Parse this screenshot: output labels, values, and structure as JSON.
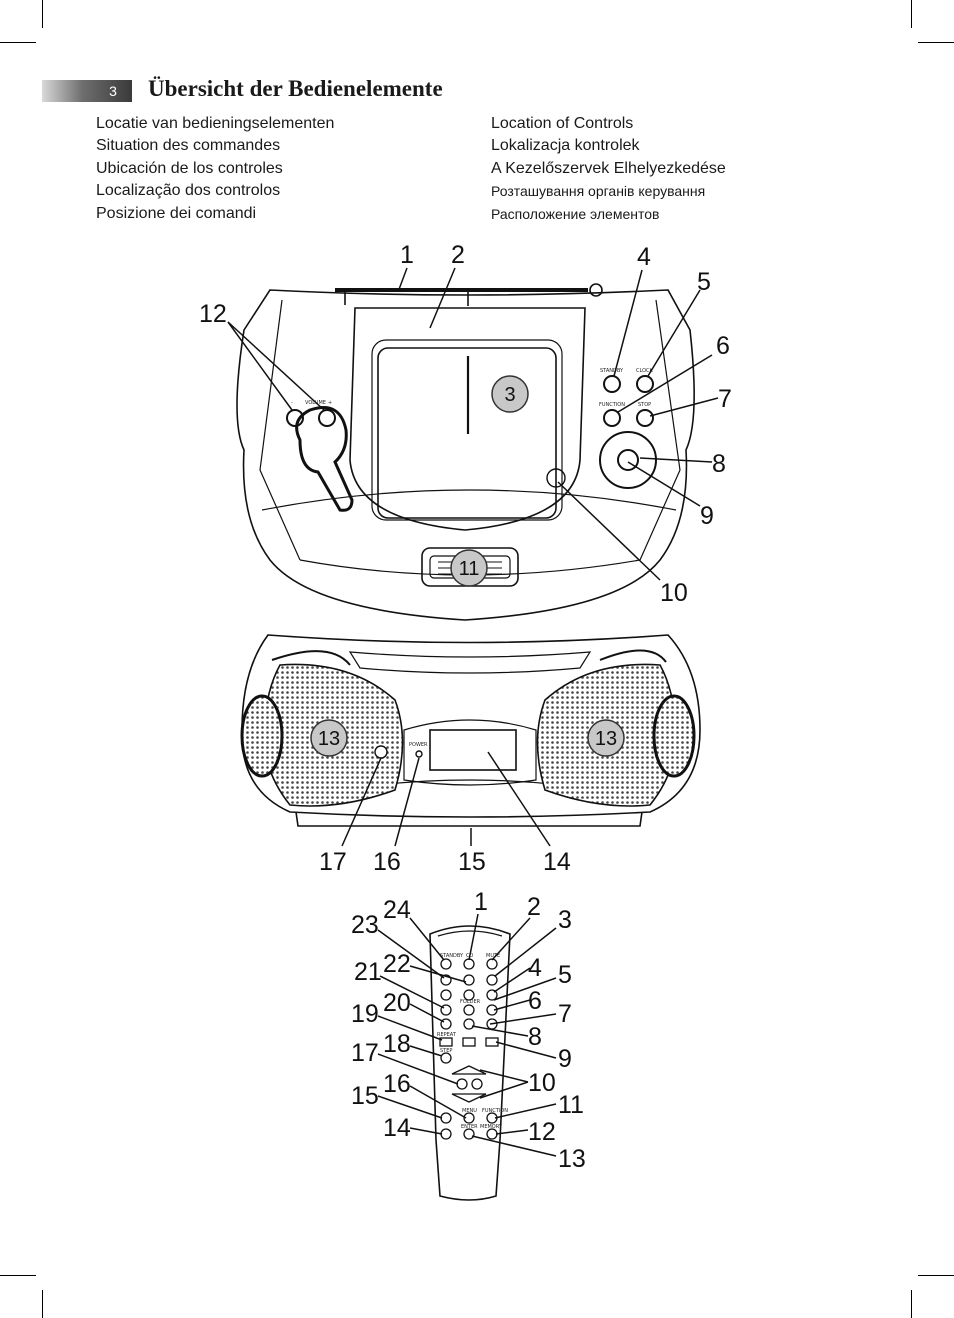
{
  "page": {
    "number": "3",
    "title": "Übersicht der Bedienelemente"
  },
  "subtitles_left": [
    "Locatie van bedieningselementen",
    "Situation des commandes",
    "Ubicación de los controles",
    "Localização dos controlos",
    "Posizione dei comandi"
  ],
  "subtitles_right": [
    "Location of Controls",
    "Lokalizacja kontrolek",
    "A Kezelőszervek Elhelyezkedése",
    "Розташування органів керування",
    "Расположение элементов"
  ],
  "top_view": {
    "callouts": [
      "1",
      "2",
      "4",
      "5",
      "6",
      "7",
      "8",
      "9",
      "10",
      "12"
    ],
    "badges": [
      "3",
      "11"
    ],
    "button_labels": {
      "standby": "STANDBY",
      "clock": "CLOCK",
      "function": "FUNCTION",
      "stop": "STOP",
      "volume": "VOLUME",
      "minus": "-",
      "plus": "+"
    }
  },
  "front_view": {
    "callouts": [
      "17",
      "16",
      "15",
      "14"
    ],
    "badges": [
      "13",
      "13"
    ],
    "power_label": "POWER"
  },
  "remote": {
    "callouts_left": [
      "24",
      "23",
      "22",
      "21",
      "20",
      "19",
      "18",
      "17",
      "16",
      "15",
      "14"
    ],
    "callouts_right": [
      "1",
      "2",
      "3",
      "4",
      "5",
      "6",
      "7",
      "8",
      "9",
      "10",
      "11",
      "12",
      "13"
    ],
    "button_labels": {
      "standby": "STANDBY",
      "cd": "CD",
      "mute": "MUTE",
      "folder": "FOLDER",
      "repeat": "REPEAT",
      "step": "STEP",
      "menu": "MENU",
      "function": "FUNCTION",
      "enter": "ENTER",
      "memory": "MEMORY"
    }
  }
}
